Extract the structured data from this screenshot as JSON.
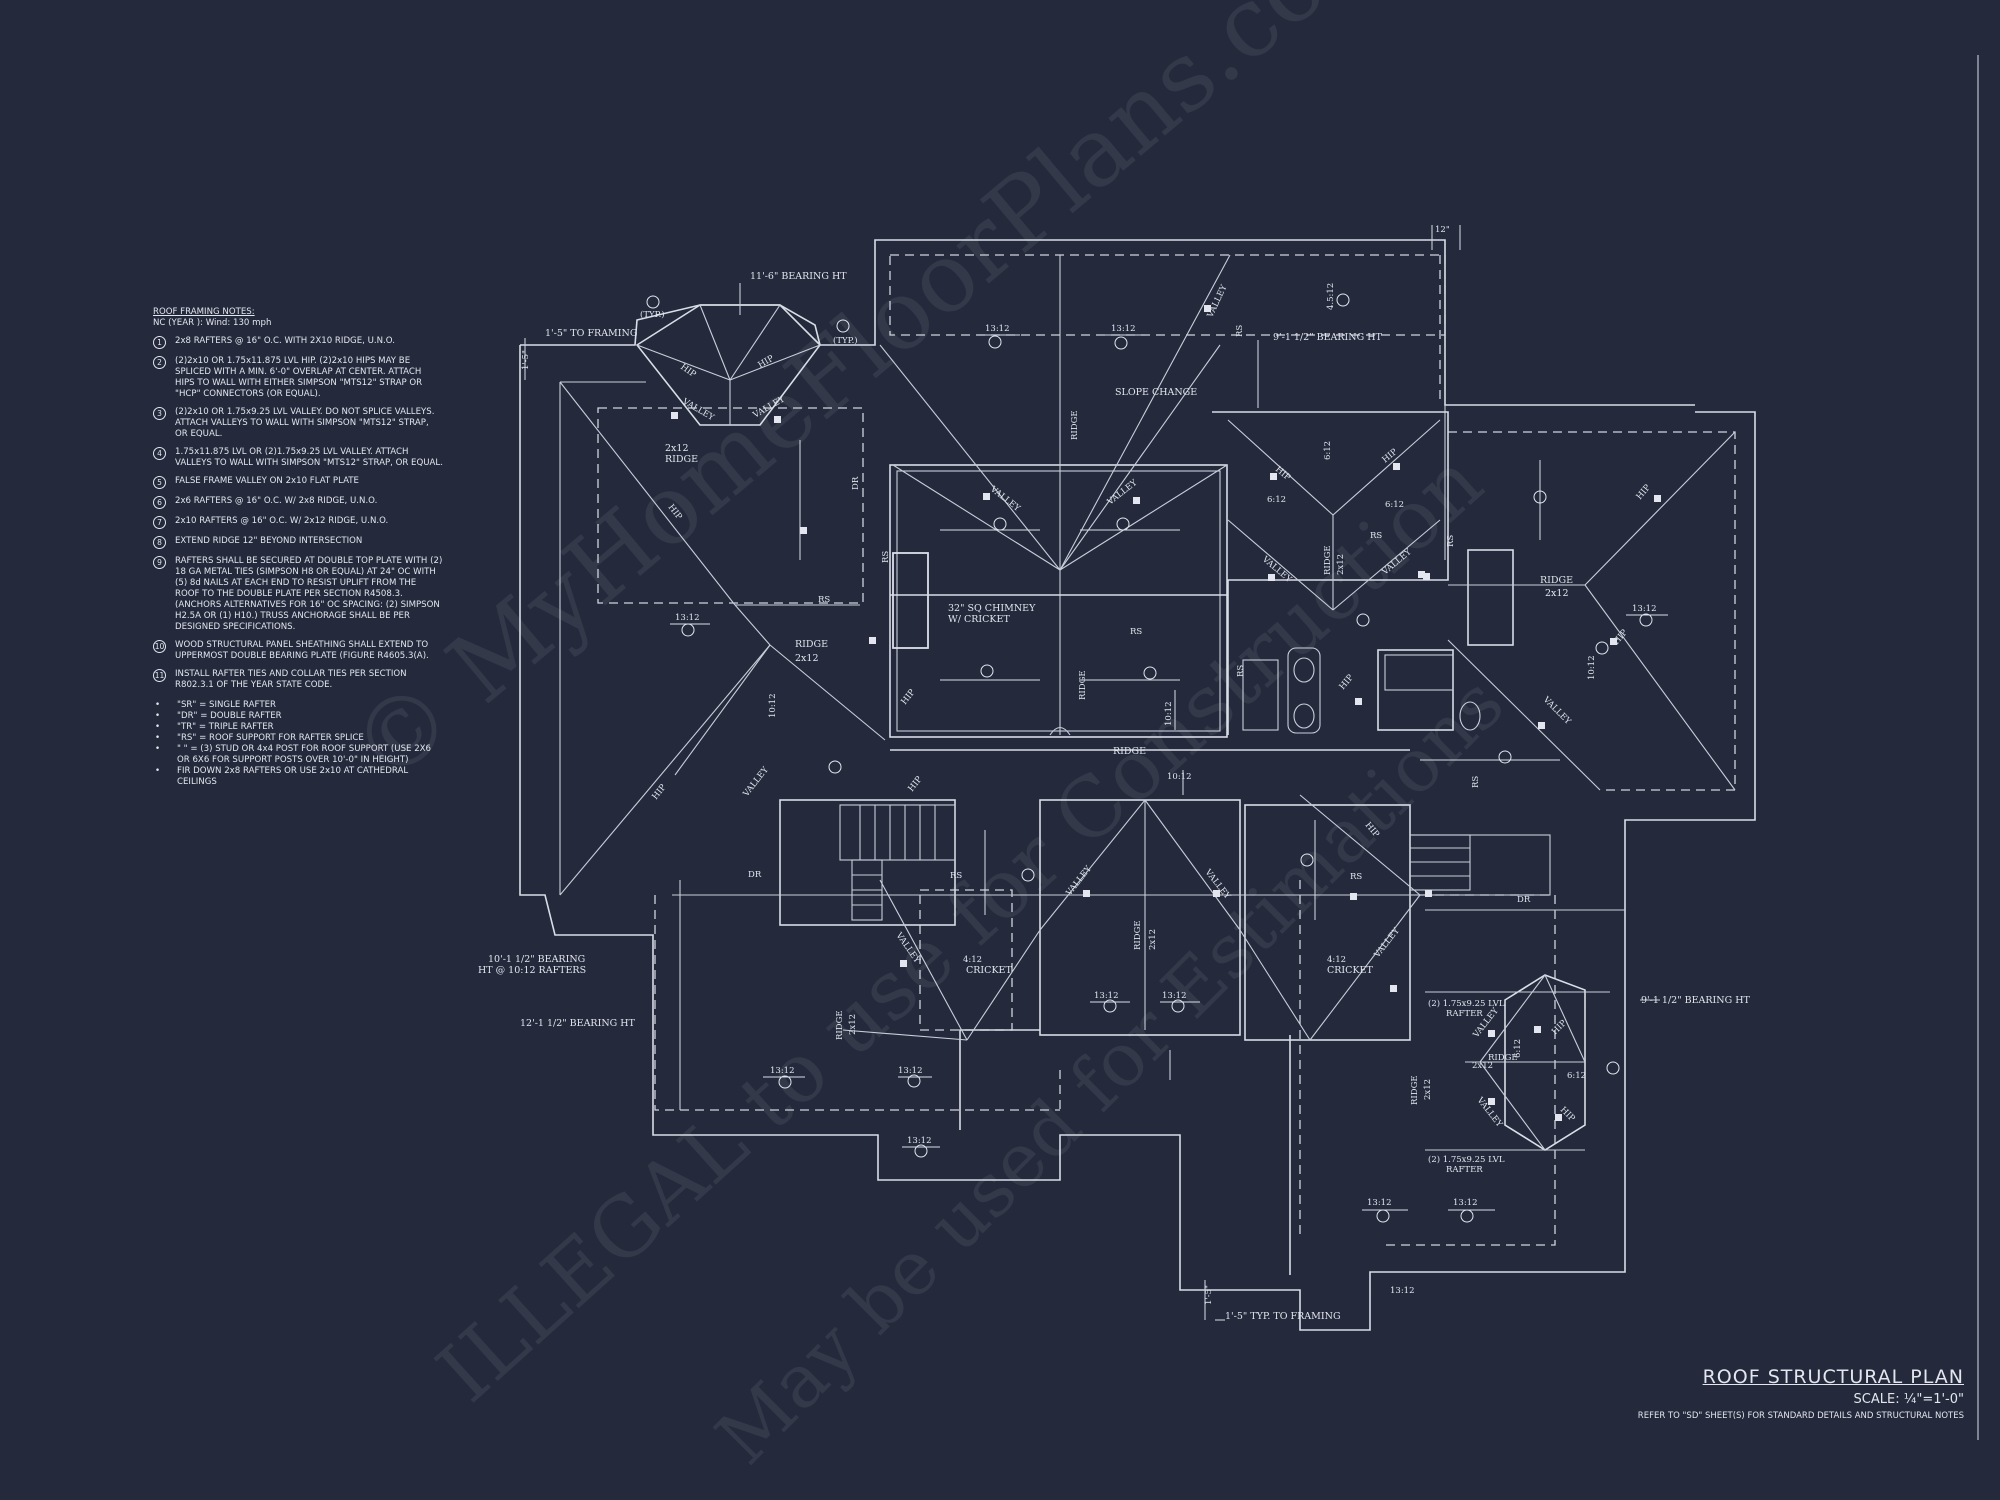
{
  "notes": {
    "heading": "ROOF FRAMING NOTES:",
    "wind": "NC (YEAR ): Wind: 130 mph",
    "items": [
      {
        "num": "1",
        "text": "2x8 RAFTERS @ 16\" O.C. WITH 2X10 RIDGE, U.N.O."
      },
      {
        "num": "2",
        "text": "(2)2x10 OR 1.75x11.875 LVL HIP. (2)2x10 HIPS MAY BE SPLICED WITH A MIN. 6'-0\" OVERLAP AT CENTER. ATTACH HIPS TO WALL WITH EITHER SIMPSON \"MTS12\" STRAP OR \"HCP\" CONNECTORS (OR EQUAL)."
      },
      {
        "num": "3",
        "text": "(2)2x10 OR 1.75x9.25 LVL VALLEY. DO NOT SPLICE VALLEYS. ATTACH VALLEYS TO WALL WITH SIMPSON \"MTS12\" STRAP, OR EQUAL."
      },
      {
        "num": "4",
        "text": "1.75x11.875 LVL OR (2)1.75x9.25 LVL VALLEY. ATTACH VALLEYS TO WALL WITH SIMPSON \"MTS12\" STRAP, OR EQUAL."
      },
      {
        "num": "5",
        "text": "FALSE FRAME VALLEY ON 2x10 FLAT PLATE"
      },
      {
        "num": "6",
        "text": "2x6 RAFTERS @ 16\" O.C. W/ 2x8 RIDGE, U.N.O."
      },
      {
        "num": "7",
        "text": "2x10 RAFTERS @ 16\" O.C. W/ 2x12 RIDGE, U.N.O."
      },
      {
        "num": "8",
        "text": "EXTEND RIDGE 12\" BEYOND INTERSECTION"
      },
      {
        "num": "9",
        "text": "RAFTERS SHALL BE SECURED AT DOUBLE TOP PLATE WITH (2) 18 GA METAL TIES (SIMPSON H8 OR EQUAL) AT 24\" OC WITH (5) 8d NAILS AT EACH END TO RESIST UPLIFT FROM THE ROOF TO THE DOUBLE PLATE PER SECTION R4508.3. (ANCHORS ALTERNATIVES FOR 16\" OC SPACING: (2) SIMPSON H2.5A OR (1) H10.) TRUSS ANCHORAGE SHALL BE PER DESIGNED SPECIFICATIONS."
      },
      {
        "num": "10",
        "text": "WOOD STRUCTURAL PANEL SHEATHING SHALL EXTEND TO UPPERMOST DOUBLE BEARING PLATE (FIGURE R4605.3(A)."
      },
      {
        "num": "11",
        "text": "INSTALL RAFTER TIES AND COLLAR TIES PER SECTION R802.3.1 OF THE YEAR STATE CODE."
      }
    ],
    "legend": [
      "\"SR\" = SINGLE RAFTER",
      "\"DR\" = DOUBLE RAFTER",
      "\"TR\" = TRIPLE RAFTER",
      "\"RS\" = ROOF SUPPORT FOR RAFTER SPLICE",
      "\" \" = (3) STUD OR 4x4 POST FOR ROOF SUPPORT (USE 2X6 OR 6X6 FOR SUPPORT POSTS OVER 10'-0\" IN HEIGHT)",
      "FIR DOWN 2x8 RAFTERS OR USE 2x10 AT CATHEDRAL CEILINGS"
    ]
  },
  "title": {
    "main": "ROOF STRUCTURAL PLAN",
    "scale": "SCALE: ¼\"=1'-0\"",
    "ref": "REFER TO \"SD\" SHEET(S) FOR STANDARD DETAILS AND STRUCTURAL NOTES"
  },
  "watermarks": [
    "© MyHomeFloorPlans.com",
    "ILLEGAL to use for Construction",
    "May be used for Estimations"
  ],
  "labels": {
    "bearing_11_6": "11'-6\" BEARING HT",
    "to_framing_top": "1'-5\" TO FRAMING",
    "typ_left": "(TYP.)",
    "typ_right": "(TYP.)",
    "bearing_9_1_top": "9'-1 1/2\" BEARING HT",
    "slope_change": "SLOPE CHANGE",
    "chimney_1": "32\" SQ CHIMNEY",
    "chimney_2": "W/ CRICKET",
    "bearing_10_1_a": "10'-1 1/2\" BEARING",
    "bearing_10_1_b": "HT @ 10:12 RAFTERS",
    "bearing_12_1": "12'-1 1/2\" BEARING HT",
    "bearing_9_1_right": "9'-1 1/2\" BEARING HT",
    "typ_to_framing": "1'-5\" TYP. TO FRAMING",
    "ridge_2x12_left": "2x12",
    "ridge_word_left": "RIDGE",
    "ridge_2x12_mid": "2x12",
    "ridge_right": "RIDGE",
    "ridge_right_size": "2x12",
    "ridge_center": "RIDGE",
    "cricket_a": "CRICKET",
    "cricket_b": "CRICKET",
    "lvl_rafter_a": "(2) 1.75x9.25 LVL",
    "lvl_rafter_a2": "RAFTER",
    "lvl_rafter_b": "(2) 1.75x9.25 LVL",
    "lvl_rafter_b2": "RAFTER",
    "dim_12": "12\"",
    "dim_15_top": "1'-5\"",
    "dim_15_bot": "1'-5\""
  },
  "pitches": [
    "13:12",
    "13:12",
    "13:12",
    "13:12",
    "13:12",
    "13:12",
    "13:12",
    "13:12",
    "13:12",
    "13:12",
    "13:12",
    "13:12",
    "13:12",
    "13:12",
    "10:12",
    "10:12",
    "10:12",
    "10:12",
    "6:12",
    "6:12",
    "6:12",
    "6:12",
    "6:12",
    "4:12",
    "4:12",
    "4.5:12"
  ],
  "members": [
    "HIP",
    "VALLEY",
    "RIDGE",
    "RS",
    "DR",
    "2x12"
  ]
}
